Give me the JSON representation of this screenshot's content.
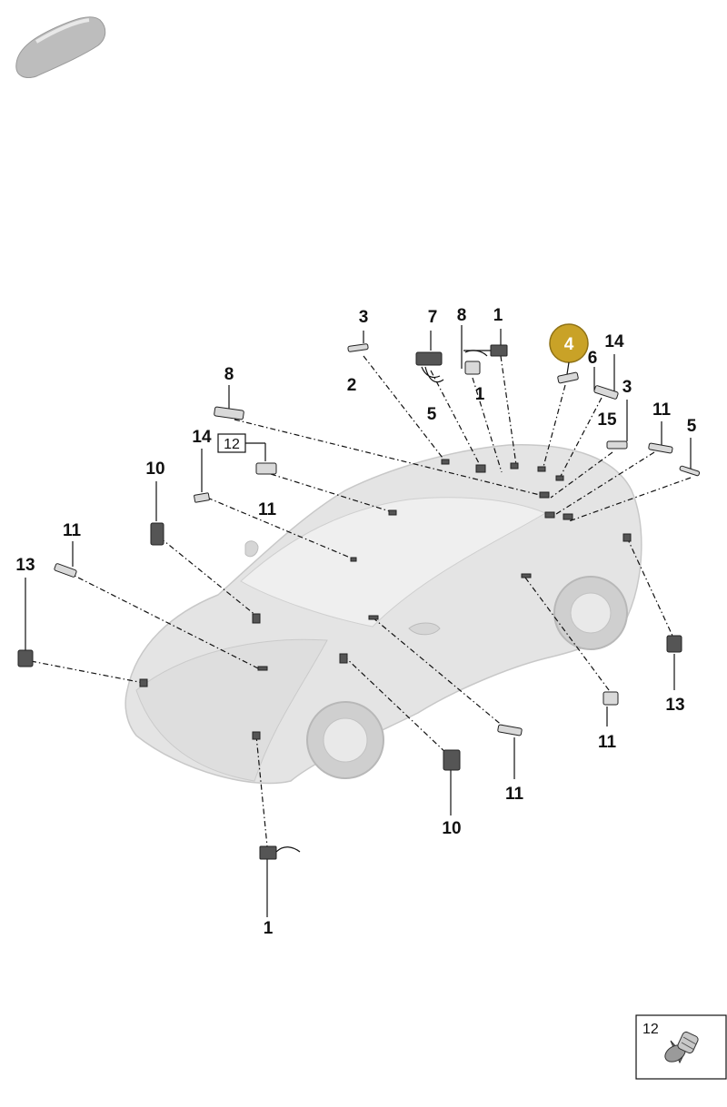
{
  "callouts": {
    "c3a": "3",
    "c2": "2",
    "c7": "7",
    "c5a": "5",
    "c8a": "8",
    "c1a": "1",
    "c1b": "1",
    "c4": "4",
    "c14a": "14",
    "c6": "6",
    "c3b": "3",
    "c15": "15",
    "c11a": "11",
    "c5b": "5",
    "c8b": "8",
    "c14b": "14",
    "c12box": "12",
    "c11b": "11",
    "c10a": "10",
    "c11c": "11",
    "c13a": "13",
    "c11d": "11",
    "c10b": "10",
    "c1c": "1",
    "c11e": "11",
    "c13b": "13"
  },
  "inset": {
    "label": "12"
  },
  "colors": {
    "highlight": "#c9a227",
    "line": "#111111",
    "body": "#dcdcdc"
  },
  "icons": [
    "car-thumbnail-icon",
    "screw-icon"
  ]
}
